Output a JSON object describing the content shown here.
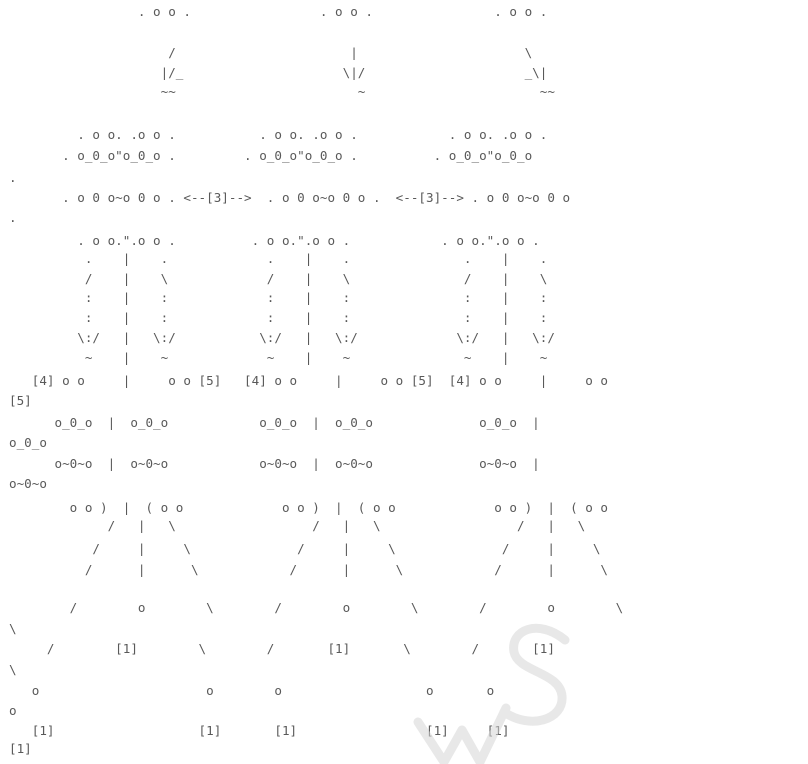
{
  "diagram": {
    "lines": [
      "                 . o o .                 . o o .                . o o .",
      "",
      "                     /                       |                      \\",
      "                    |/_                     \\|/                     _\\|",
      "                    ~~                        ~                       ~~",
      "",
      "         . o o. .o o .           . o o. .o o .            . o o. .o o .",
      "       . o_0_o\"o_0_o .         . o_0_o\"o_0_o .          . o_0_o\"o_0_o",
      ".",
      "       . o 0 o~o 0 o . <--[3]-->  . o 0 o~o 0 o .  <--[3]--> . o 0 o~o 0 o",
      ".",
      "         . o o.\".o o .          . o o.\".o o .            . o o.\".o o .",
      "          .    |    .             .    |    .               .    |    .",
      "          /    |    \\             /    |    \\               /    |    \\",
      "          :    |    :             :    |    :               :    |    :",
      "          :    |    :             :    |    :               :    |    :",
      "         \\:/   |   \\:/           \\:/   |   \\:/             \\:/   |   \\:/",
      "          ~    |    ~             ~    |    ~               ~    |    ~",
      "   [4] o o     |     o o [5]   [4] o o     |     o o [5]  [4] o o     |     o o",
      "[5]",
      "      o_0_o  |  o_0_o            o_0_o  |  o_0_o              o_0_o  |",
      "o_0_o",
      "      o~0~o  |  o~0~o            o~0~o  |  o~0~o              o~0~o  |",
      "o~0~o",
      "        o o )  |  ( o o             o o )  |  ( o o             o o )  |  ( o o",
      "             /   |   \\                  /   |   \\                  /   |   \\",
      "           /     |     \\              /     |     \\              /     |     \\",
      "          /      |      \\            /      |      \\            /      |      \\",
      "        /        o        \\        /        o        \\        /        o        \\",
      "\\",
      "     /        [1]        \\        /       [1]       \\        /       [1]",
      "\\",
      "   o                      o        o                   o       o",
      "o",
      "   [1]                   [1]       [1]                 [1]     [1]",
      "[1]"
    ]
  }
}
